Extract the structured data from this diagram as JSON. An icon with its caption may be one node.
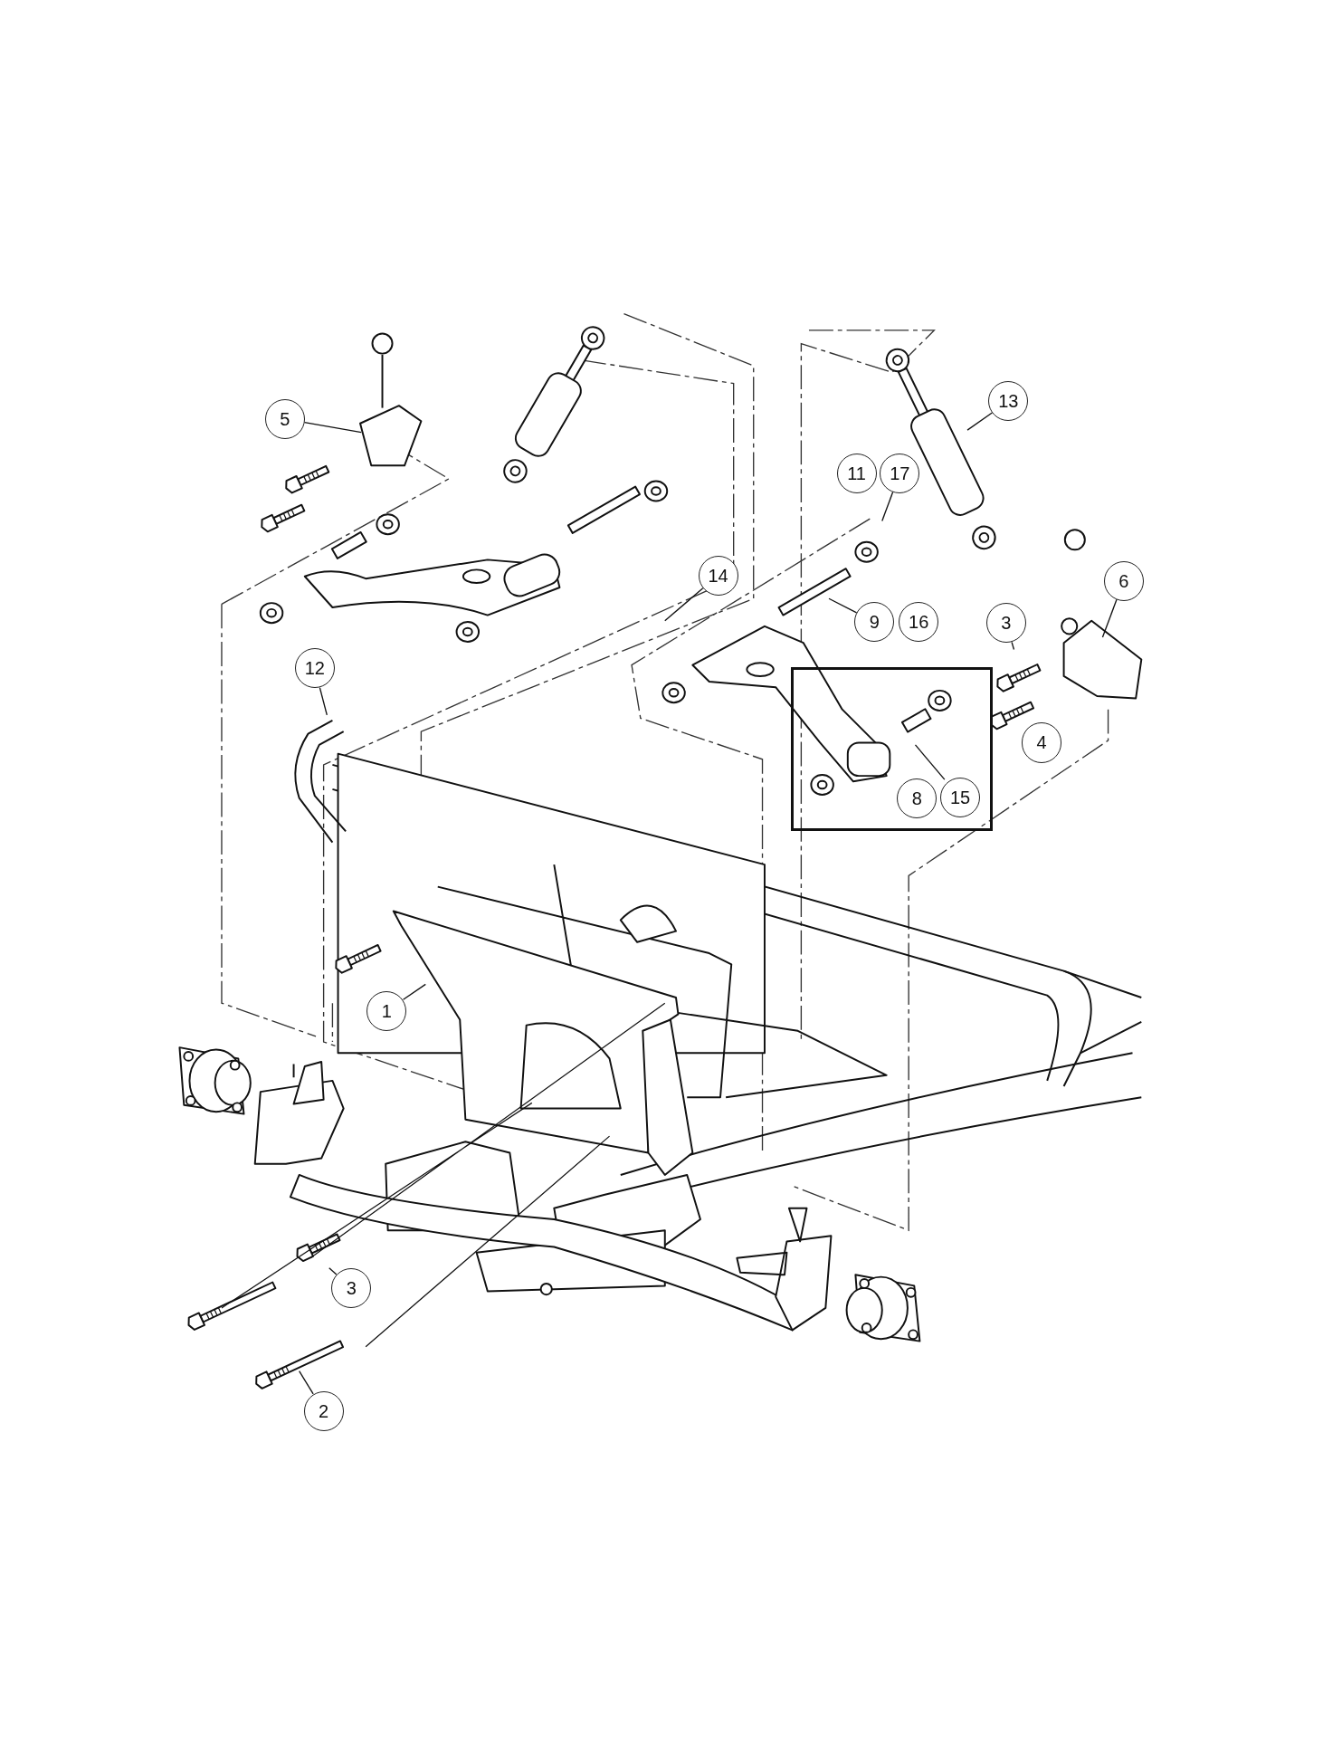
{
  "diagram": {
    "nodes": [
      {
        "text": [
          "5"
        ]
      },
      {
        "text": [
          "13"
        ]
      },
      {
        "text": [
          "11"
        ]
      },
      {
        "text": [
          "17"
        ]
      },
      {
        "text": [
          "14"
        ]
      },
      {
        "text": [
          "9"
        ]
      },
      {
        "text": [
          "16"
        ]
      },
      {
        "text": [
          "3"
        ]
      },
      {
        "text": [
          "6"
        ]
      },
      {
        "text": [
          "12"
        ]
      },
      {
        "text": [],
        "shape": "box"
      },
      {
        "text": [
          "4"
        ]
      },
      {
        "text": [
          "8"
        ],
        "in": 10
      },
      {
        "text": [
          "15"
        ],
        "in": 10
      },
      {
        "text": [
          "1"
        ]
      },
      {
        "text": [
          "3"
        ]
      },
      {
        "text": [
          "2"
        ]
      }
    ],
    "edges": [
      {
        "from": 0,
        "to": null,
        "arrow": "none"
      },
      {
        "from": 1,
        "to": null,
        "arrow": "none"
      },
      {
        "from": 3,
        "to": null,
        "arrow": "none"
      },
      {
        "from": 4,
        "to": null,
        "arrow": "none"
      },
      {
        "from": 5,
        "to": null,
        "arrow": "none"
      },
      {
        "from": 7,
        "to": null,
        "arrow": "none"
      },
      {
        "from": 8,
        "to": null,
        "arrow": "none"
      },
      {
        "from": 9,
        "to": null,
        "arrow": "none"
      },
      {
        "from": 11,
        "to": null,
        "arrow": "none"
      },
      {
        "from": 13,
        "to": null,
        "arrow": "none"
      },
      {
        "from": 14,
        "to": null,
        "arrow": "none"
      },
      {
        "from": 15,
        "to": null,
        "arrow": "none"
      },
      {
        "from": 16,
        "to": null,
        "arrow": "none"
      }
    ]
  }
}
